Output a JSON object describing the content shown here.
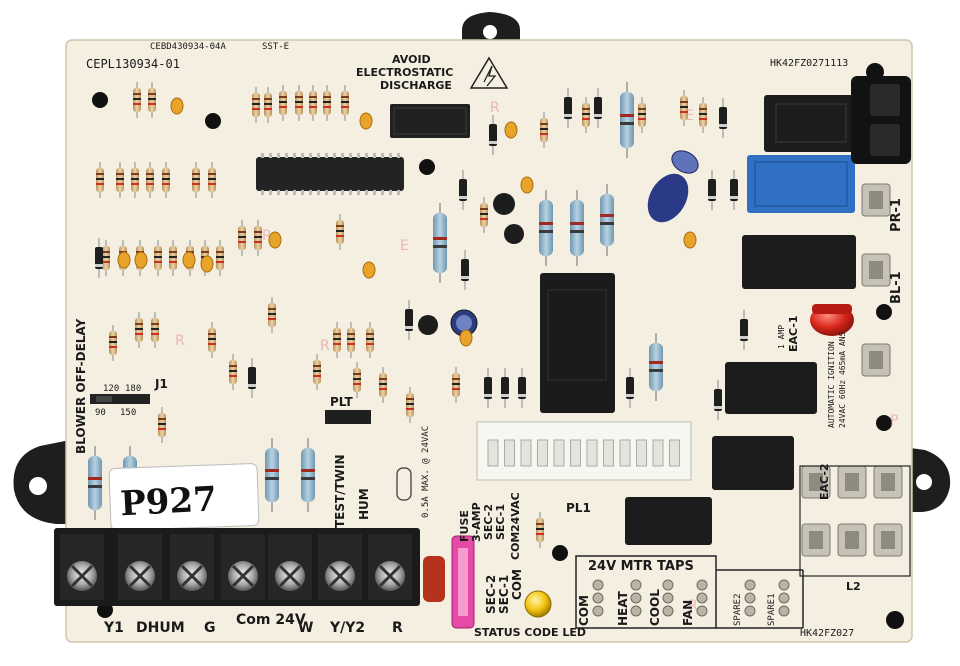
{
  "board": {
    "part_number": "CEPL130934-01",
    "top_code": "CEBD430934-04A",
    "top_code2": "SST-E",
    "serial_top": "HK42FZ0271113",
    "serial_bottom": "HK42FZ027",
    "warning": [
      "AVOID",
      "ELECTROSTATIC",
      "DISCHARGE"
    ],
    "handwritten_tag": "P927",
    "ignition_text": [
      "AUTOMATIC IGNITION",
      "24VAC 60Hz 465mA ANS"
    ]
  },
  "labels": {
    "blower_off_delay": "BLOWER OFF-DELAY",
    "j1": "J1",
    "delay_options": [
      "120",
      "180",
      "90",
      "150"
    ],
    "plt": "PLT",
    "test_twin": "TEST/TWIN",
    "hum": "HUM",
    "hum_rating": "0.5A MAX. @ 24VAC",
    "fuse": [
      "FUSE",
      "3-AMP"
    ],
    "sec": [
      "SEC-2",
      "SEC-1"
    ],
    "com_24vac": [
      "COM",
      "24VAC"
    ],
    "sec_bottom": [
      "SEC-2",
      "SEC-1"
    ],
    "com_bottom": "COM",
    "status_led": "STATUS CODE LED",
    "pl1": "PL1",
    "motor_taps_title": "24V MTR TAPS",
    "motor_taps": [
      "COM",
      "HEAT",
      "COOL",
      "FAN",
      "SPARE2",
      "SPARE1"
    ],
    "eac1": "EAC-1",
    "eac2": "EAC-2",
    "amp": "1 AMP",
    "pr1": "PR-1",
    "bl1": "BL-1",
    "l2": "L2",
    "terminals": [
      "Y1",
      "DHUM",
      "G",
      "Com 24V",
      "W",
      "Y/Y2",
      "R"
    ]
  },
  "colors": {
    "board": "#f4efe1",
    "terminal_block": "#1b1b1b",
    "relay_black": "#1c1c1c",
    "relay_blue": "#2f6fc4",
    "led_red": "#d8261c",
    "led_yellow": "#f2c30f",
    "fuse_pink": "#e44aa6",
    "resistor_blue": "#8fb3c9",
    "resistor_tan": "#d9b98a",
    "capacitor_orange": "#e8a32a"
  }
}
